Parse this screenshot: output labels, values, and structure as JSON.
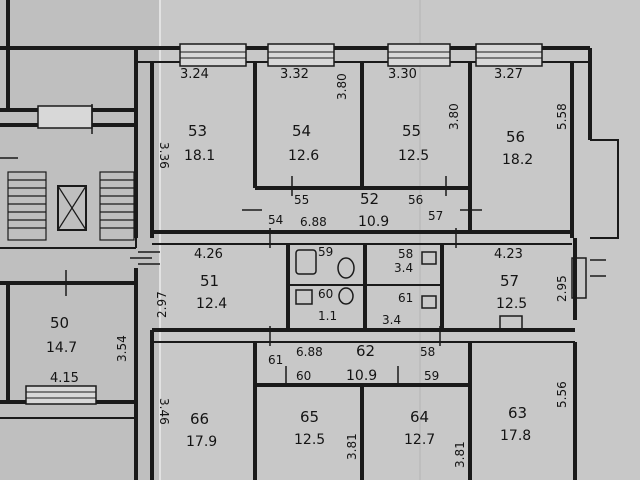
{
  "plan": {
    "rooms": [
      {
        "id": "53",
        "area": "18.1",
        "width": "3.24",
        "length": "3.36"
      },
      {
        "id": "54",
        "area": "12.6",
        "width": "3.32",
        "length": "3.80"
      },
      {
        "id": "55",
        "area": "12.5",
        "width": "3.30",
        "length": "3.80"
      },
      {
        "id": "56",
        "area": "18.2",
        "width": "3.27",
        "length": "5.58"
      },
      {
        "id": "52",
        "area": "10.9",
        "width": "6.88"
      },
      {
        "id": "51",
        "area": "12.4",
        "width": "4.26",
        "length": "2.97"
      },
      {
        "id": "57",
        "area": "12.5",
        "width": "4.23",
        "length": "2.95"
      },
      {
        "id": "50",
        "area": "14.7",
        "width": "4.15",
        "length": "3.54"
      },
      {
        "id": "62",
        "area": "10.9",
        "width": "6.88"
      },
      {
        "id": "66",
        "area": "17.9",
        "length": "3.46"
      },
      {
        "id": "65",
        "area": "12.5",
        "length": "3.81"
      },
      {
        "id": "64",
        "area": "12.7",
        "length": "3.81"
      },
      {
        "id": "63",
        "area": "17.8",
        "length": "5.56"
      },
      {
        "id": "59",
        "area": ""
      },
      {
        "id": "58",
        "area": "3.4"
      },
      {
        "id": "60",
        "area": "1.1"
      },
      {
        "id": "61",
        "area": "3.4"
      }
    ],
    "door_labels": [
      "54",
      "55",
      "56",
      "57",
      "58",
      "59",
      "60",
      "61"
    ]
  }
}
